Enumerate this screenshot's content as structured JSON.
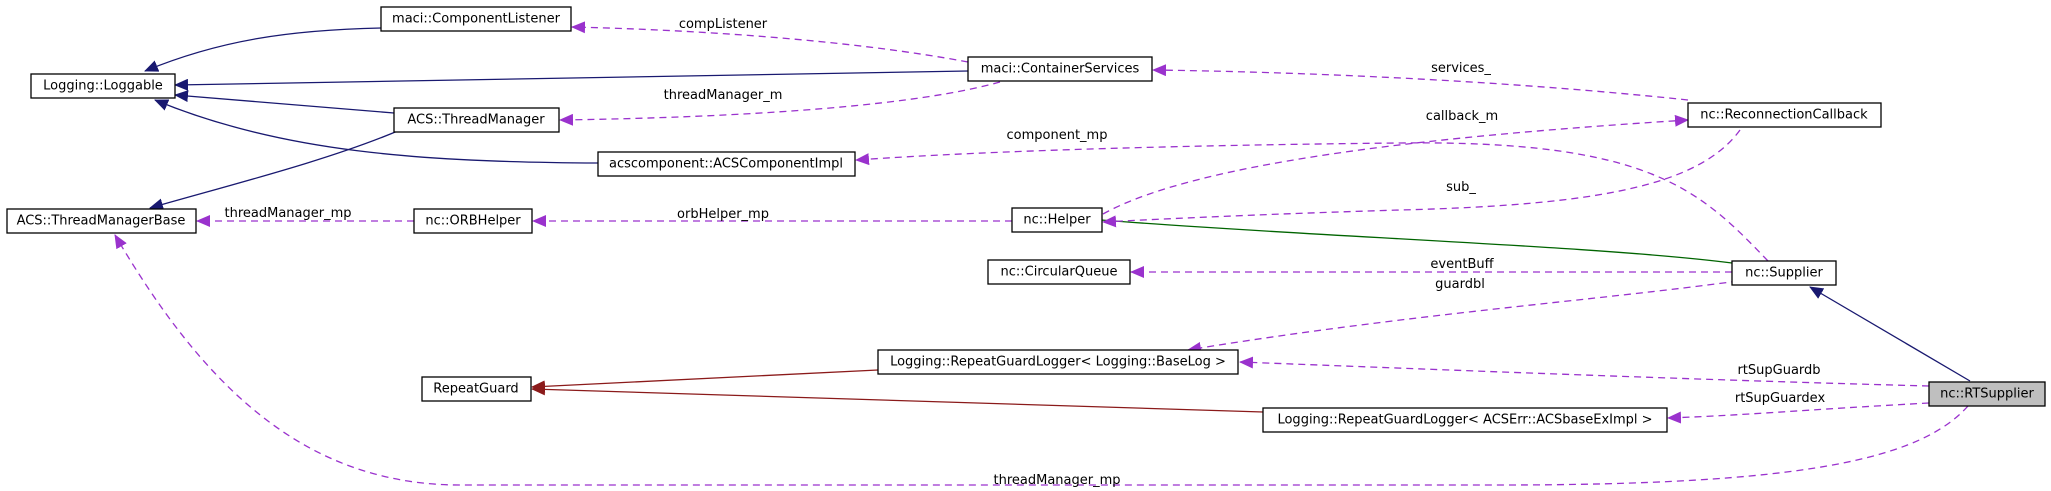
{
  "colors": {
    "inheritance": "#191970",
    "usage": "#9a32cd",
    "template": "#8b1a1a",
    "helper_link": "#006400",
    "selected_fill": "#bfbfbf"
  },
  "nodes": {
    "logging_loggable": "Logging::Loggable",
    "maci_component_listener": "maci::ComponentListener",
    "maci_container_services": "maci::ContainerServices",
    "acs_thread_manager": "ACS::ThreadManager",
    "acscomponent_impl": "acscomponent::ACSComponentImpl",
    "nc_reconnection_callback": "nc::ReconnectionCallback",
    "acs_thread_manager_base": "ACS::ThreadManagerBase",
    "nc_orb_helper": "nc::ORBHelper",
    "nc_helper": "nc::Helper",
    "nc_circular_queue": "nc::CircularQueue",
    "nc_supplier": "nc::Supplier",
    "repeat_guard_logger_baselog": "Logging::RepeatGuardLogger< Logging::BaseLog >",
    "repeat_guard": "RepeatGuard",
    "repeat_guard_logger_acserr": "Logging::RepeatGuardLogger< ACSErr::ACSbaseExImpl >",
    "nc_rt_supplier": "nc::RTSupplier"
  },
  "edge_labels": {
    "comp_listener": "compListener",
    "services": "services_",
    "thread_manager_m": "threadManager_m",
    "callback_m": "callback_m",
    "component_mp": "component_mp",
    "sub": "sub_",
    "thread_manager_mp_orb": "threadManager_mp",
    "orb_helper_mp": "orbHelper_mp",
    "event_buff": "eventBuff",
    "guardbl": "guardbl",
    "rt_sup_guardb": "rtSupGuardb",
    "rt_sup_guardex": "rtSupGuardex",
    "thread_manager_mp_rt": "threadManager_mp"
  }
}
